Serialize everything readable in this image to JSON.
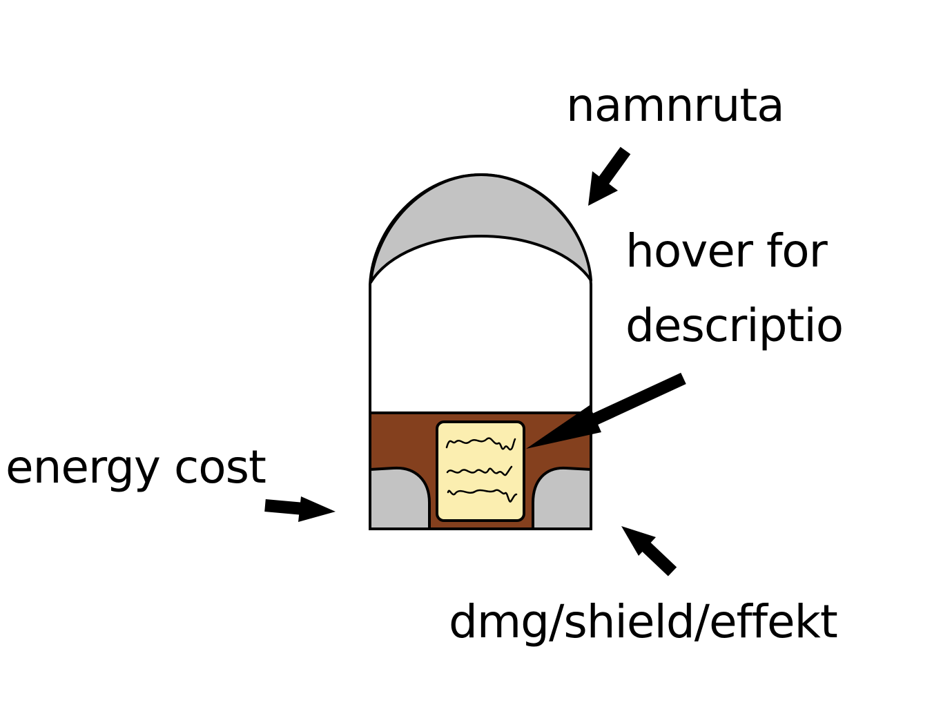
{
  "labels": {
    "name_slot": "namnruta",
    "hover": "hover for\ndescriptio",
    "energy_cost": "energy cost",
    "effect": "dmg/shield/effekt"
  },
  "colors": {
    "name_cap": "#c3c3c3",
    "card_body": "#ffffff",
    "bottom_band": "#84401e",
    "side_slots": "#c3c3c3",
    "description_box": "#fbeeb0",
    "outline": "#000000"
  }
}
